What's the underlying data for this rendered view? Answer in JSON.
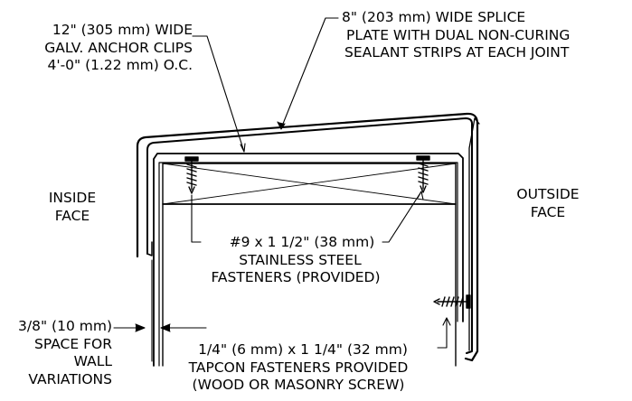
{
  "labels": {
    "anchor_clips": [
      "12\" (305 mm) WIDE",
      "GALV. ANCHOR CLIPS",
      "4'-0\" (1.22 mm) O.C."
    ],
    "splice_plate": [
      "8\" (203 mm) WIDE SPLICE",
      "PLATE WITH DUAL NON-CURING",
      "SEALANT STRIPS AT EACH JOINT"
    ],
    "inside_face": [
      "INSIDE",
      "FACE"
    ],
    "outside_face": [
      "OUTSIDE",
      "FACE"
    ],
    "stainless_fasteners": [
      "#9 x 1 1/2\" (38 mm)",
      "STAINLESS STEEL",
      "FASTENERS (PROVIDED)"
    ],
    "space": [
      "3/8\" (10 mm)",
      "SPACE FOR",
      "WALL",
      "VARIATIONS"
    ],
    "tapcon": [
      "1/4\" (6 mm) x 1 1/4\" (32 mm)",
      "TAPCON FASTENERS PROVIDED",
      "(WOOD OR MASONRY SCREW)"
    ]
  }
}
